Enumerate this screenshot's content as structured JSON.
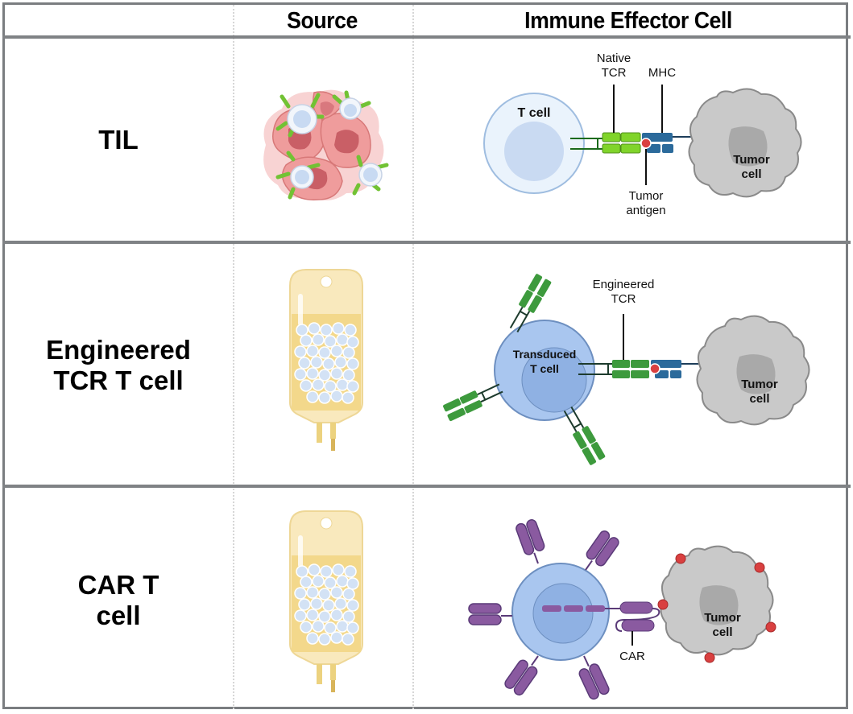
{
  "table": {
    "headers": {
      "row_type": "",
      "source": "Source",
      "effector": "Immune Effector Cell"
    },
    "rows": [
      {
        "label": "TIL",
        "source_icon": "tumor-tissue-with-infiltrating-lymphocytes",
        "effector": {
          "t_cell_label": "T cell",
          "receptor_label_line1": "Native",
          "receptor_label_line2": "TCR",
          "mhc_label": "MHC",
          "antigen_label_line1": "Tumor",
          "antigen_label_line2": "antigen",
          "tumor_label_line1": "Tumor",
          "tumor_label_line2": "cell"
        }
      },
      {
        "label_line1": "Engineered",
        "label_line2": "TCR T cell",
        "source_icon": "iv-cell-bag",
        "effector": {
          "t_cell_label_line1": "Transduced",
          "t_cell_label_line2": "T cell",
          "receptor_label_line1": "Engineered",
          "receptor_label_line2": "TCR",
          "tumor_label_line1": "Tumor",
          "tumor_label_line2": "cell"
        }
      },
      {
        "label_line1": "CAR T",
        "label_line2": "cell",
        "source_icon": "iv-cell-bag",
        "effector": {
          "receptor_label": "CAR",
          "tumor_label_line1": "Tumor",
          "tumor_label_line2": "cell"
        }
      }
    ]
  },
  "colors": {
    "border": "#7f8285",
    "tcr_green_light": "#7ed321",
    "tcr_green_dark": "#3d9a3d",
    "mhc_blue": "#2b6a9b",
    "antigen_red": "#d94040",
    "car_purple": "#8a5aa0",
    "t_cell_blue": "#a9c6ef",
    "tumor_gray": "#c9c9c9",
    "tumor_pink": "#f0a6a6",
    "bag_yellow": "#f5dc95"
  }
}
